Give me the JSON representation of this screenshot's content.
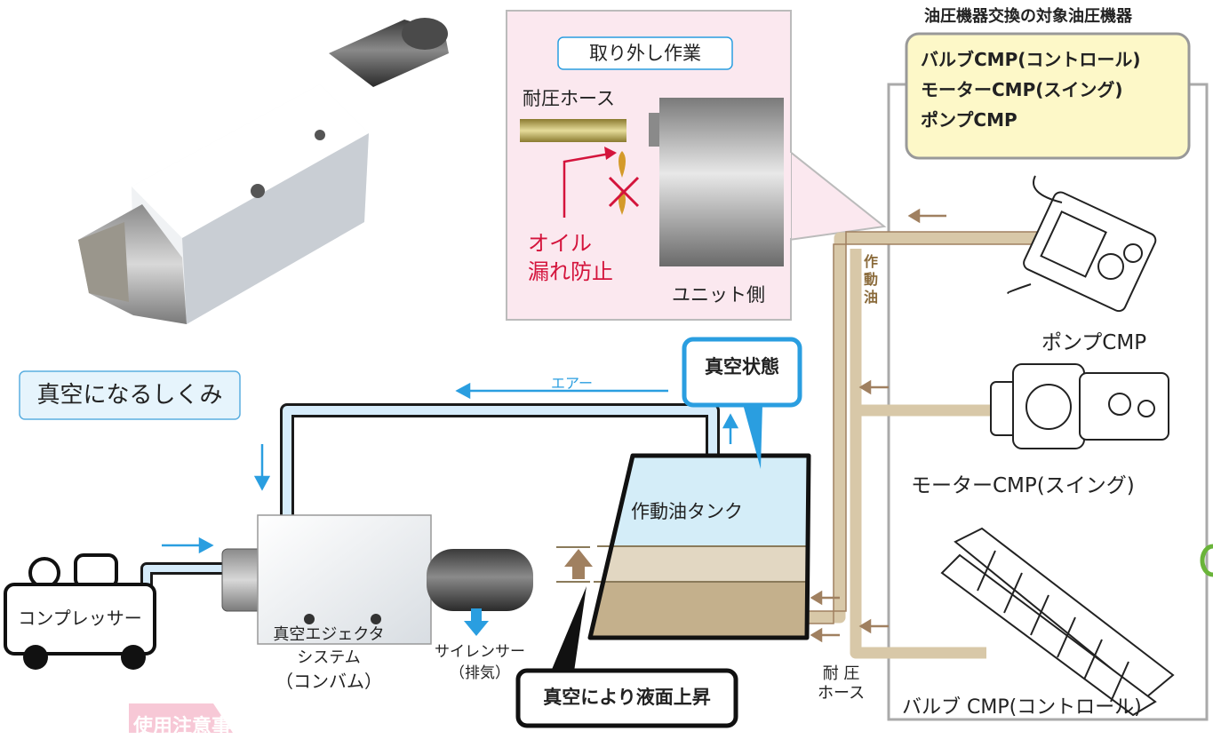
{
  "target_section": {
    "title": "油圧機器交換の対象油圧機器",
    "items": [
      "バルブCMP(コントロール)",
      "モーターCMP(スイング)",
      "ポンプCMP"
    ]
  },
  "removal_inset": {
    "title": "取り外し作業",
    "hose_label": "耐圧ホース",
    "oil_leak_label_1": "オイル",
    "oil_leak_label_2": "漏れ防止",
    "unit_label": "ユニット側"
  },
  "mechanism": {
    "title": "真空になるしくみ",
    "air_label": "エアー",
    "vacuum_state_label": "真空状態",
    "tank_label": "作動油タンク",
    "compressor_label": "コンプレッサー",
    "ejector_label_1": "真空エジェクタ",
    "ejector_label_2": "システム",
    "ejector_label_3": "（コンバム）",
    "silencer_label_1": "サイレンサー",
    "silencer_label_2": "（排気）",
    "level_rise_label": "真空により液面上昇",
    "hydraulic_oil_label": [
      "作",
      "動",
      "油"
    ],
    "pressure_hose_label_1": "耐 圧",
    "pressure_hose_label_2": "ホース"
  },
  "components": {
    "pump": "ポンプCMP",
    "motor": "モーターCMP(スイング)",
    "valve": "バルブ CMP(コントロール)"
  },
  "footer": {
    "caution_label": "使用注意事項"
  },
  "colors": {
    "air_blue": "#2a9ee0",
    "hose_tan": "#d8c8a8",
    "oil_brown": "#a08060",
    "highlight_yellow": "#fdf8c8",
    "inset_pink": "#fbe8ef",
    "accent_red": "#d4143c"
  }
}
